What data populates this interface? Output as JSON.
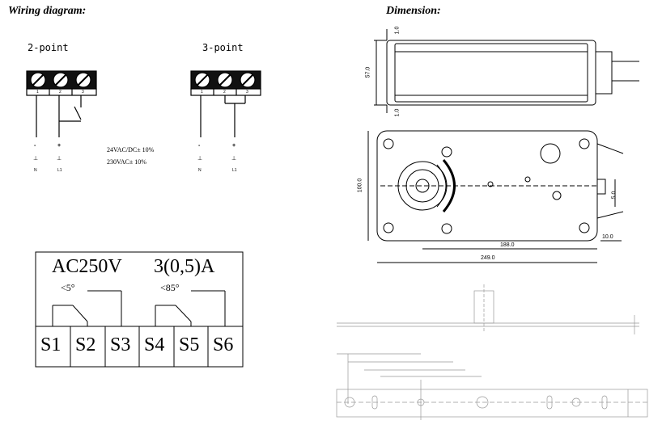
{
  "wiring": {
    "heading": "Wiring diagram:",
    "two_point": {
      "label": "2-point",
      "terminals": [
        "1",
        "2",
        "3"
      ],
      "polarity": [
        "-",
        "+"
      ],
      "ground": [
        "⊥",
        "⊥"
      ],
      "wires": [
        "N",
        "L1"
      ]
    },
    "three_point": {
      "label": "3-point",
      "terminals": [
        "1",
        "2",
        "3"
      ],
      "polarity": [
        "-",
        "+"
      ],
      "ground": [
        "⊥",
        "⊥"
      ],
      "wires": [
        "N",
        "L1"
      ]
    },
    "voltage_lines": [
      "24VAC/DC± 10%",
      "230VAC± 10%"
    ]
  },
  "aux_switch": {
    "rating_left": "AC250V",
    "rating_right": "3(0,5)A",
    "angle_left": "<5°",
    "angle_right": "<85°",
    "terminals": [
      "S1",
      "S2",
      "S3",
      "S4",
      "S5",
      "S6"
    ]
  },
  "dimension": {
    "heading": "Dimension:",
    "labels": {
      "top_gap": "1.0",
      "height": "57.0",
      "bottom_gap": "1.0",
      "depth": "100.0",
      "length_inner": "188.0",
      "length_total": "249.0",
      "slot": "5.0",
      "offset": "10.0"
    }
  }
}
